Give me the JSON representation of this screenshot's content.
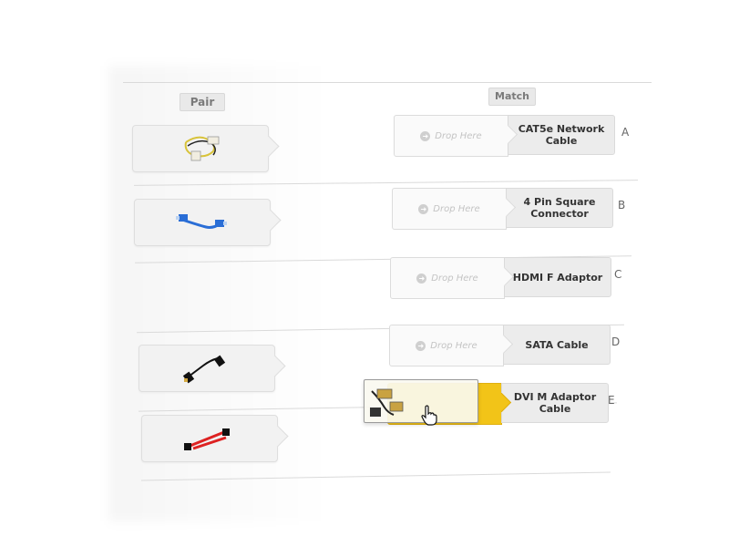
{
  "headers": {
    "pair": "Pair",
    "match": "Match"
  },
  "drop_placeholder": "Drop Here",
  "pair_items": [
    {
      "icon": "molex-power-cable-icon"
    },
    {
      "icon": "blue-network-cable-icon"
    },
    {
      "icon": "hdmi-cable-icon"
    },
    {
      "icon": "sata-cable-icon"
    }
  ],
  "match_items": [
    {
      "label": "CAT5e Network Cable",
      "letter": "A"
    },
    {
      "label": "4 Pin Square Connector",
      "letter": "B"
    },
    {
      "label": "HDMI F Adaptor",
      "letter": "C"
    },
    {
      "label": "SATA Cable",
      "letter": "D"
    },
    {
      "label": "DVI M Adaptor Cable",
      "letter": "E"
    }
  ],
  "dragging": {
    "icon": "dvi-adaptor-cable-icon"
  },
  "colors": {
    "drop_active": "#f2c418",
    "card_bg": "#f2f2f2",
    "label_bg": "#ececec"
  }
}
